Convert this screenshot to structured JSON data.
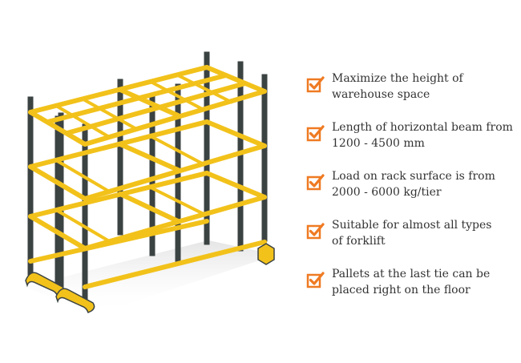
{
  "colors": {
    "upright": "#3b4242",
    "beam": "#f2c21b",
    "checkbox_accent": "#ef7a22",
    "text": "#333333"
  },
  "image": {
    "icon": "pallet-rack-illustration"
  },
  "features": [
    {
      "icon": "orange-checkbox-icon",
      "lines": [
        "Maximize the height of",
        "warehouse space"
      ]
    },
    {
      "icon": "orange-checkbox-icon",
      "lines": [
        "Length of horizontal beam from",
        "1200 - 4500 mm"
      ]
    },
    {
      "icon": "orange-checkbox-icon",
      "lines": [
        "Load on rack surface is from",
        "2000 - 6000 kg/tier"
      ]
    },
    {
      "icon": "orange-checkbox-icon",
      "lines": [
        "Suitable for almost all types",
        "of forklift"
      ]
    },
    {
      "icon": "orange-checkbox-icon",
      "lines": [
        "Pallets at the last tie can be",
        "placed right on the floor"
      ]
    }
  ]
}
